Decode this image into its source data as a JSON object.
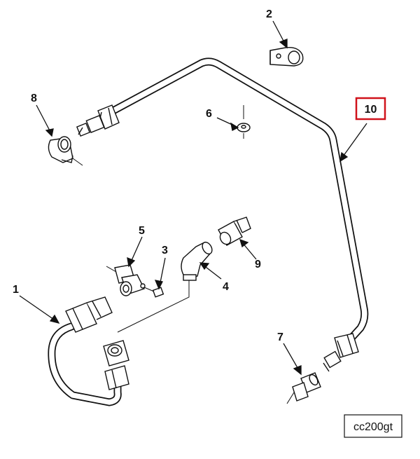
{
  "figure": {
    "callouts": [
      {
        "id": "1",
        "label": "1"
      },
      {
        "id": "2",
        "label": "2"
      },
      {
        "id": "3",
        "label": "3"
      },
      {
        "id": "4",
        "label": "4"
      },
      {
        "id": "5",
        "label": "5"
      },
      {
        "id": "6",
        "label": "6"
      },
      {
        "id": "7",
        "label": "7"
      },
      {
        "id": "8",
        "label": "8"
      },
      {
        "id": "9",
        "label": "9"
      },
      {
        "id": "10",
        "label": "10"
      }
    ],
    "highlighted_callout": "10",
    "highlight_color": "#d0121b",
    "reference_code": "cc200gt"
  }
}
